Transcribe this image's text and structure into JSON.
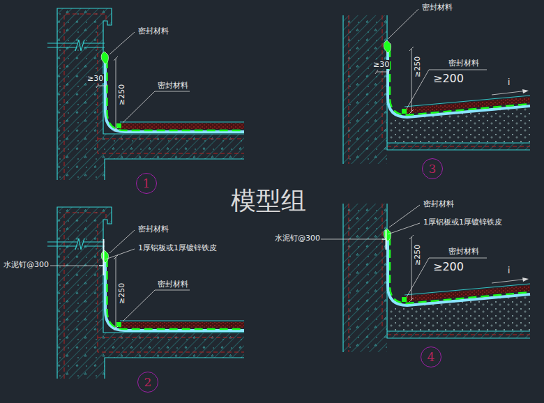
{
  "diagram": {
    "nodes": [
      {
        "text": [
          "1"
        ]
      },
      {
        "text": [
          "3"
        ]
      },
      {
        "text": [
          "2"
        ]
      },
      {
        "text": [
          "4"
        ]
      }
    ],
    "labels": [
      "密封材料",
      "≥30",
      "≥250",
      "密封材料",
      "密封材料",
      "≥30",
      "≥250",
      "密封材料",
      "≥200",
      "i",
      "模型组",
      "密封材料",
      "1厚铝板或1厚镀锌铁皮",
      "水泥钉@300",
      "≥250",
      "密封材料",
      "密封材料",
      "1厚铝板或1厚镀锌铁皮",
      "水泥钉@300",
      "≥250",
      "≥200",
      "密封材料",
      "i"
    ]
  }
}
